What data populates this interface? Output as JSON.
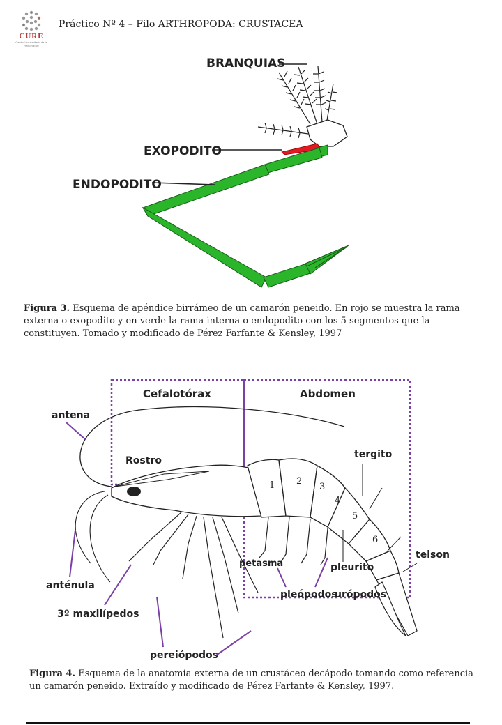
{
  "logo": {
    "text": "CURE",
    "subtext": "Centro Universitario de la Región Este"
  },
  "header": {
    "title": "Práctico Nº 4 – Filo ARTHROPODA: CRUSTACEA"
  },
  "figure3": {
    "labels": {
      "branquias": "BRANQUIAS",
      "exopodito": "EXOPODITO",
      "endopodito": "ENDOPODITO"
    },
    "colors": {
      "endopodito": "#2bb52b",
      "exopodito": "#e01b24"
    },
    "caption_bold": "Figura 3.",
    "caption_text": " Esquema de apéndice birrámeo de un camarón peneido. En rojo se muestra la rama externa o exopodito y en verde la rama interna o endopodito con los 5 segmentos que la constituyen. Tomado y modificado de Pérez Farfante & Kensley, 1997"
  },
  "figure4": {
    "labels": {
      "cefalotorax": "Cefalotórax",
      "abdomen": "Abdomen",
      "antena": "antena",
      "rostro": "Rostro",
      "tergito": "tergito",
      "telson": "telson",
      "pleurito": "pleurito",
      "petasma": "petasma",
      "pleopodos": "pleópodos",
      "uropodos": "urópodos",
      "antenula": "anténula",
      "maxilipedos": "3º maxilípedos",
      "pereiopodos": "pereiópodos"
    },
    "segments": [
      "1",
      "2",
      "3",
      "4",
      "5",
      "6"
    ],
    "colors": {
      "callout": "#7b3fa8"
    },
    "caption_bold": "Figura 4.",
    "caption_text": " Esquema de la anatomía externa de un crustáceo decápodo tomando como referencia un camarón peneido. Extraído y modificado de Pérez Farfante & Kensley, 1997."
  }
}
